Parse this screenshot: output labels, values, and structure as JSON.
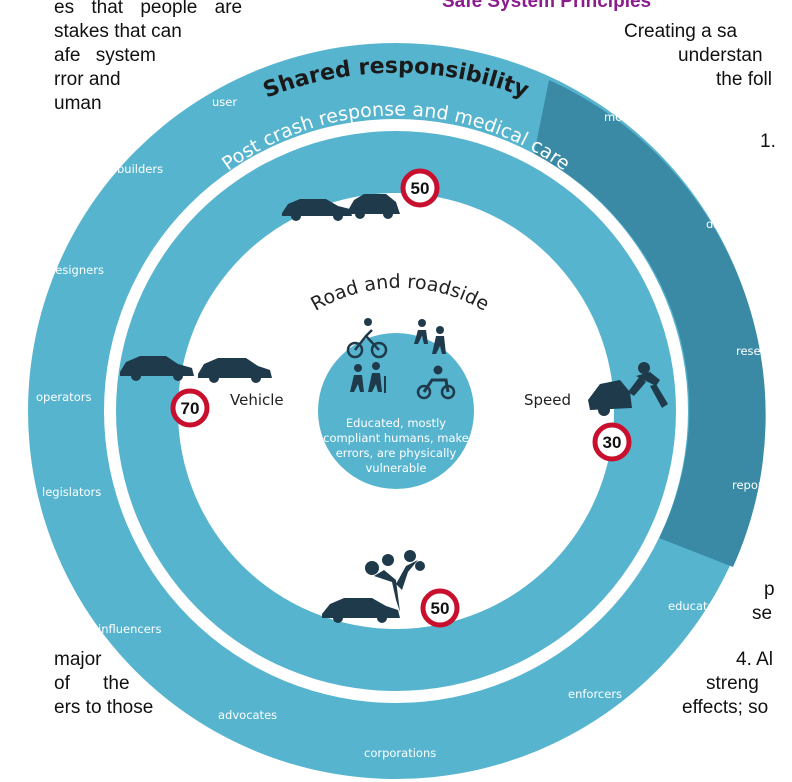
{
  "document": {
    "heading": "Safe System Principles",
    "left_fragments": [
      "es that people are",
      "stakes that can",
      "afe system",
      "rror and",
      "uman",
      "major",
      "of the",
      "ers to those"
    ],
    "right_fragments": [
      "Creating a sa",
      "understan",
      "the foll",
      "1.",
      "p",
      "se",
      "4. Al",
      "streng",
      "effects; so"
    ]
  },
  "diagram": {
    "outer_ring": {
      "title": "Shared responsibility",
      "roles_left": [
        "user",
        "builders",
        "designers",
        "operators",
        "legislators",
        "influencers",
        "advocates",
        "corporations"
      ],
      "roles_right": [
        "enforcers",
        "educators"
      ],
      "roles_dark": [
        "monitor",
        "data",
        "research",
        "report"
      ]
    },
    "second_ring": {
      "title": "Post crash response and medical care",
      "speed_sign_top": "50"
    },
    "road_ring": {
      "title": "Road and roadside",
      "vehicle_label": "Vehicle",
      "speed_label": "Speed",
      "speed_sign_left": "70",
      "speed_sign_right": "30",
      "speed_sign_bottom": "50"
    },
    "core": {
      "lines": [
        "Educated, mostly",
        "compliant humans, make",
        "errors, are physically",
        "vulnerable"
      ]
    },
    "icons": [
      "cyclist-icon",
      "pedestrian-icon",
      "elderly-walkers-icon",
      "motorcyclist-icon",
      "car-icon",
      "crash-icon",
      "tree-crash-icon"
    ],
    "colors": {
      "ring": "#56b4cf",
      "dark_sector": "#3a8aa6",
      "background": "#ffffff",
      "heading": "#8b1e8e",
      "sign_border": "#c8102e",
      "silhouette": "#1f3a4a"
    }
  }
}
